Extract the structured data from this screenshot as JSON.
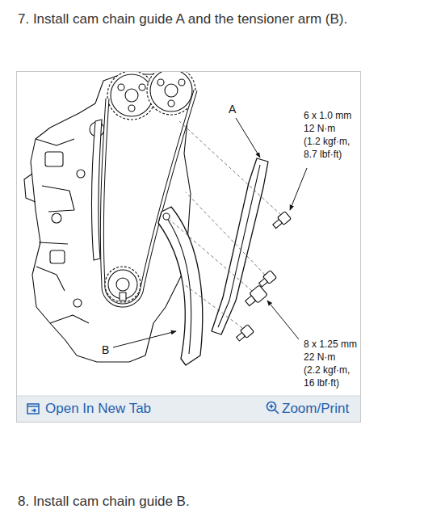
{
  "diagram": {
    "labels": [
      "7. Install cam chain guide A and the tensioner arm (B).",
      "A",
      "6 x 1.0 mm",
      "12 N·m",
      "(1.2 kgf·m,",
      "8.7 lbf·ft)",
      "8 x 1.25 mm",
      "22 N·m",
      "(2.2 kgf·m,",
      "16 lbf·ft)",
      "B",
      "Open In New Tab",
      "Zoom/Print",
      "8. Install cam chain guide B."
    ]
  }
}
